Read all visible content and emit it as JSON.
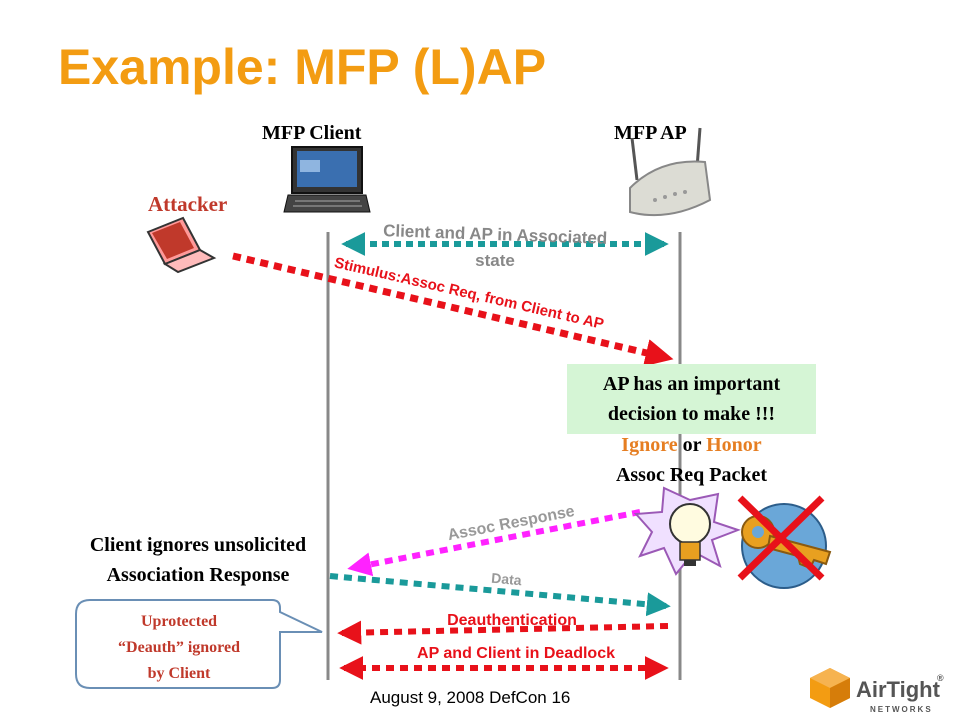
{
  "title": "Example: MFP (L)AP",
  "lanes": {
    "client": "MFP Client",
    "ap": "MFP AP",
    "attacker": "Attacker"
  },
  "messages": {
    "associated_line1": "Client and AP in Associated",
    "associated_line2": "state",
    "stimulus": "Stimulus:Assoc Req, from Client to AP",
    "assoc_response": "Assoc Response",
    "data": "Data",
    "deauth": "Deauthentication",
    "deadlock": "AP and Client in Deadlock"
  },
  "decision": {
    "line1": "AP has an important",
    "line2": "decision to make !!!",
    "ignore": "Ignore",
    "or": "or",
    "honor": "Honor",
    "line4": "Assoc Req Packet"
  },
  "client_note": {
    "line1": "Client ignores unsolicited",
    "line2": "Association Response"
  },
  "callout": {
    "line1": "Uprotected",
    "line2": "“Deauth” ignored",
    "line3": "by Client"
  },
  "footer": "August 9, 2008 DefCon 16",
  "logo": {
    "name": "AirTight",
    "sub": "NETWORKS",
    "reg": "®"
  },
  "colors": {
    "title": "#f39c12",
    "associated_arrow": "#1a9a9a",
    "stimulus_arrow": "#e8111a",
    "response_arrow": "#ff22ff",
    "data_arrow": "#1a9a9a",
    "deauth_arrow": "#e8111a",
    "decision_box": "#d5f5d5"
  }
}
